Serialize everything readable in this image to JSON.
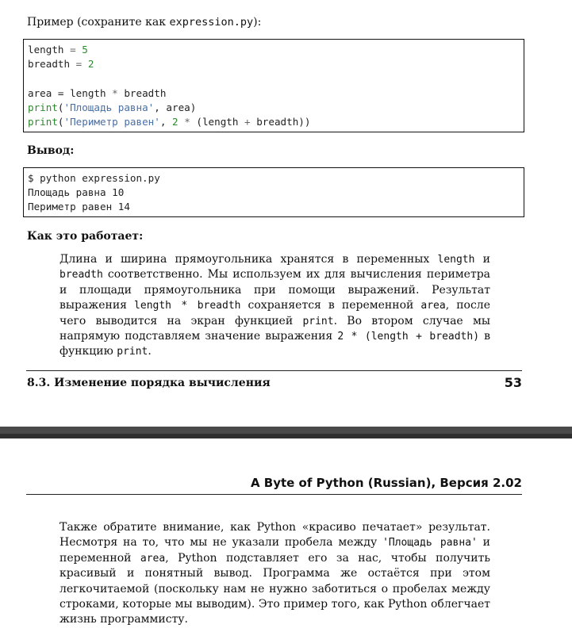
{
  "page1": {
    "example_caption": "Пример (сохраните как ",
    "example_file": "expression.py",
    "example_caption_end": "):",
    "code": {
      "l1a": "length",
      "l1b": " = ",
      "l1c": "5",
      "l2a": "breadth",
      "l2b": " = ",
      "l2c": "2",
      "l4a": "area = length ",
      "l4b": "*",
      "l4c": " breadth",
      "l5a": "print",
      "l5b": "(",
      "l5c": "'Площадь равна'",
      "l5d": ", area)",
      "l6a": "print",
      "l6b": "(",
      "l6c": "'Периметр равен'",
      "l6d": ", ",
      "l6e": "2",
      "l6f": " ",
      "l6g": "*",
      "l6h": " (length ",
      "l6i": "+",
      "l6j": " breadth))"
    },
    "output_heading": "Вывод:",
    "output_lines": [
      "$ python expression.py",
      "Площадь равна 10",
      "Периметр равен 14"
    ],
    "how_heading": "Как это работает:",
    "how_para": {
      "t1": "Длина и ширина прямоугольника хранятся в переменных ",
      "c1": "length",
      "t2": " и ",
      "c2": "breadth",
      "t3": " соответственно. Мы используем их для вычисления периметра и площади прямоугольника при помощи выражений. Результат выражения ",
      "c3": "length * breadth",
      "t4": " сохраняется в переменной ",
      "c4": "area",
      "t5": ", после чего выводится на экран функцией ",
      "c5": "print",
      "t6": ". Во втором случае мы напрямую подставляем значение выражения ",
      "c6": "2 * (length + breadth)",
      "t7": " в функцию ",
      "c7": "print",
      "t8": "."
    },
    "footer_title": "8.3.  Изменение порядка вычисления",
    "footer_page": "53"
  },
  "page2": {
    "running_header": "A Byte of Python (Russian), Версия 2.02",
    "para": {
      "t1": "Также обратите внимание, как Python «красиво печатает» результат. Несмотря на то, что мы не указали пробела между ",
      "c1": "'Площадь равна'",
      "t2": " и переменной ",
      "c2": "area",
      "t3": ", Python подставляет его за нас, чтобы получить красивый и понятный вывод. Программа же остаётся при этом легкочитаемой (поскольку нам не нужно заботиться о пробелах между строками, которые мы выводим). Это пример того, как Python облегчает жизнь программисту."
    }
  }
}
